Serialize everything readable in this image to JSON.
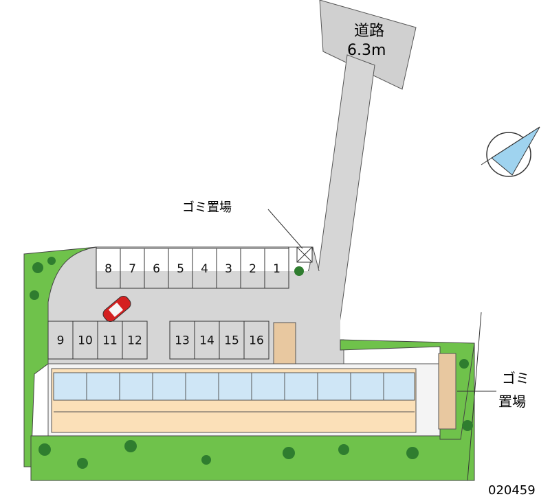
{
  "road": {
    "name": "道路",
    "width": "6.3m"
  },
  "labels": {
    "garbage_top": "ゴミ置場",
    "garbage_right_line1": "ゴミ",
    "garbage_right_line2": "置場"
  },
  "property_code": "020459",
  "parking": {
    "top_row": [
      "8",
      "7",
      "6",
      "5",
      "4",
      "3",
      "2",
      "1"
    ],
    "bottom_left": [
      "9",
      "10",
      "11",
      "12"
    ],
    "bottom_right": [
      "13",
      "14",
      "15",
      "16"
    ]
  },
  "colors": {
    "asphalt": "#d6d6d6",
    "green": "#6fc24b",
    "tree": "#2f7d2f",
    "building_floor": "#fbe0b8",
    "building_blue": "#cfe6f6",
    "outline": "#333333",
    "car": "#d42020"
  },
  "icons": [
    "compass-icon",
    "car-icon",
    "tree-icon"
  ]
}
